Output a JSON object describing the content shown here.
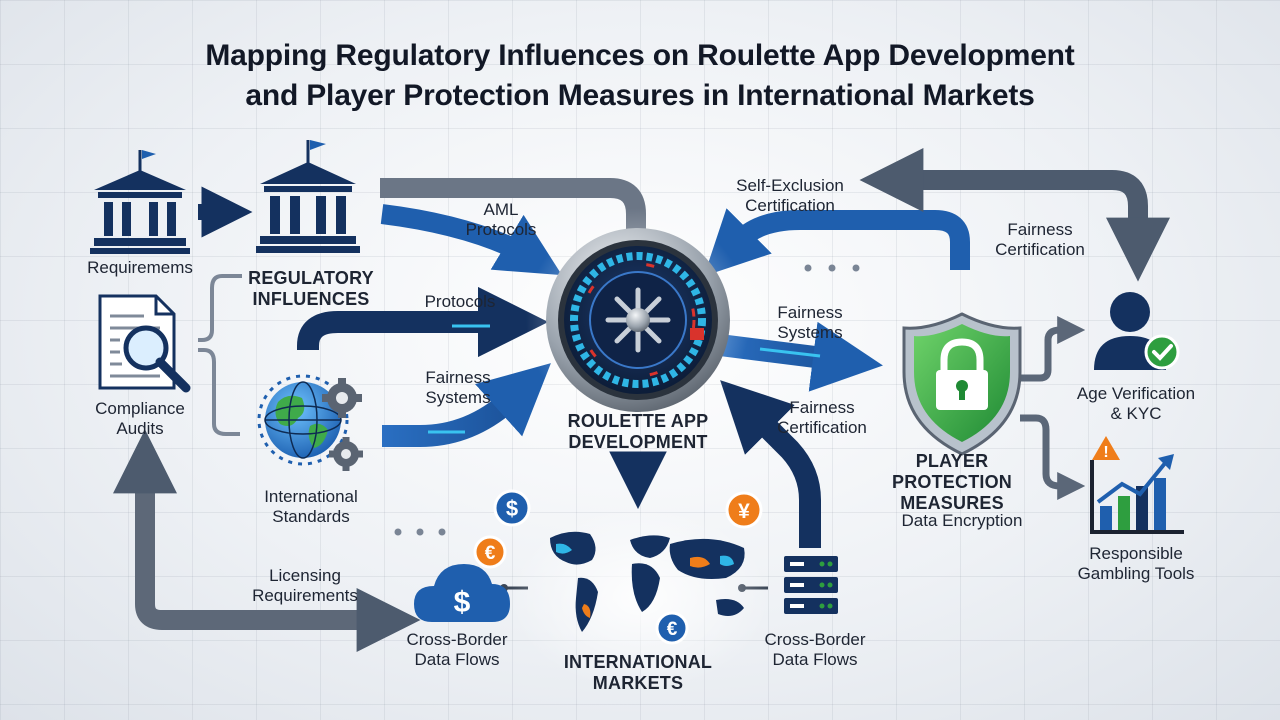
{
  "title": {
    "line1": "Mapping Regulatory Influences on Roulette App Development",
    "line2": "and Player Protection Measures in International Markets"
  },
  "labels": {
    "requirements": "Requiremems",
    "regulatory_influences_1": "REGULATORY",
    "regulatory_influences_2": "INFLUENCES",
    "compliance_1": "Compliance",
    "compliance_2": "Audits",
    "international_standards_1": "International",
    "international_standards_2": "Standards",
    "aml_1": "AML",
    "aml_2": "Protocols",
    "protocols": "Protocols",
    "fairness_systems_left_1": "Fairness",
    "fairness_systems_left_2": "Systems",
    "roulette_1": "ROULETTE APP",
    "roulette_2": "DEVELOPMENT",
    "self_exclusion_1": "Self-Exclusion",
    "self_exclusion_2": "Certification",
    "fairness_cert_top_1": "Fairness",
    "fairness_cert_top_2": "Certification",
    "fairness_systems_right_1": "Fairness",
    "fairness_systems_right_2": "Systems",
    "fairness_cert_bottom_1": "Fairness",
    "fairness_cert_bottom_2": "Certification",
    "player_protection_1": "PLAYER",
    "player_protection_2": "PROTECTION",
    "player_protection_3": "MEASURES",
    "data_encryption": "Data Encryption",
    "age_verification_1": "Age Verification",
    "age_verification_2": "& KYC",
    "responsible_1": "Responsible",
    "responsible_2": "Gambling Tools",
    "licensing_1": "Licensing",
    "licensing_2": "Requirements",
    "cross_border_left_1": "Cross-Border",
    "cross_border_left_2": "Data Flows",
    "international_markets_1": "INTERNATIONAL",
    "international_markets_2": "MARKETS",
    "cross_border_right_1": "Cross-Border",
    "cross_border_right_2": "Data Flows"
  },
  "currency": {
    "dollar": "$",
    "euro": "€",
    "yen": "¥",
    "warning": "!"
  },
  "colors": {
    "navy": "#14315f",
    "blue": "#1f5fae",
    "gray_arrow": "#4d5b6e",
    "green": "#2e9e3f",
    "orange": "#ef7d1a",
    "red": "#d9332c",
    "cyan": "#2fb6e6"
  },
  "icons": [
    "courthouse-icon",
    "courthouse-icon",
    "document-magnifier-icon",
    "globe-gears-icon",
    "roulette-wheel-icon",
    "shield-lock-icon",
    "user-check-icon",
    "bar-chart-warning-icon",
    "cloud-dollar-icon",
    "server-icon",
    "world-map-icon",
    "dollar-coin-icon",
    "euro-coin-icon",
    "yen-coin-icon"
  ]
}
